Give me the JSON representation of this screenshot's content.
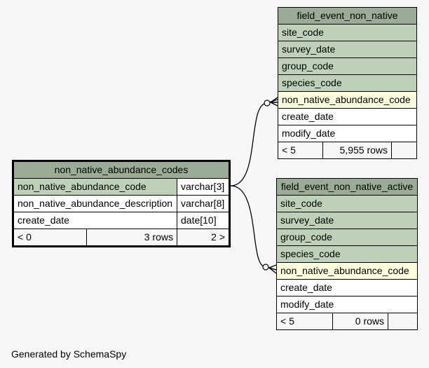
{
  "main_table": {
    "name": "non_native_abundance_codes",
    "columns": [
      {
        "name": "non_native_abundance_code",
        "type": "varchar[3]"
      },
      {
        "name": "non_native_abundance_description",
        "type": "varchar[8]"
      },
      {
        "name": "create_date",
        "type": "date[10]"
      }
    ],
    "footer": {
      "parents": "< 0",
      "rows": "3 rows",
      "children": "2 >"
    }
  },
  "child_tables": [
    {
      "name": "field_event_non_native",
      "columns": [
        "site_code",
        "survey_date",
        "group_code",
        "species_code",
        "non_native_abundance_code",
        "create_date",
        "modify_date"
      ],
      "footer": {
        "parents": "< 5",
        "rows": "5,955 rows",
        "children": ""
      }
    },
    {
      "name": "field_event_non_native_active",
      "columns": [
        "site_code",
        "survey_date",
        "group_code",
        "species_code",
        "non_native_abundance_code",
        "create_date",
        "modify_date"
      ],
      "footer": {
        "parents": "< 5",
        "rows": "0 rows",
        "children": ""
      }
    }
  ],
  "footer_text": "Generated by SchemaSpy",
  "colors": {
    "header": "#9bab96",
    "key_column": "#bed1b8",
    "foreign_key": "#ffffe0",
    "background": "#f7f7f7"
  }
}
